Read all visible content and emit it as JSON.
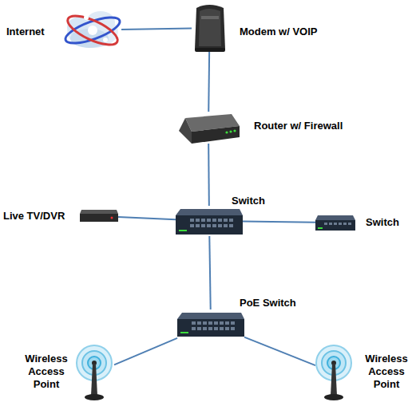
{
  "diagram": {
    "nodes": [
      {
        "text": [
          "Internet"
        ]
      },
      {
        "text": [
          "Modem w/ VOIP"
        ]
      },
      {
        "text": [
          "Router w/ Firewall"
        ]
      },
      {
        "text": [
          "Switch"
        ]
      },
      {
        "text": [
          "Live TV/DVR"
        ]
      },
      {
        "text": [
          "Switch"
        ]
      },
      {
        "text": [
          "PoE Switch"
        ]
      },
      {
        "text": [
          "Wireless Access Point"
        ]
      },
      {
        "text": [
          "Wireless Access Point"
        ]
      }
    ],
    "edges": [
      {
        "from": 0,
        "to": 1,
        "arrow": "none"
      },
      {
        "from": 1,
        "to": 2,
        "arrow": "none"
      },
      {
        "from": 2,
        "to": 3,
        "arrow": "none"
      },
      {
        "from": 3,
        "to": 4,
        "arrow": "none"
      },
      {
        "from": 3,
        "to": 5,
        "arrow": "none"
      },
      {
        "from": 3,
        "to": 6,
        "arrow": "none"
      },
      {
        "from": 6,
        "to": 7,
        "arrow": "none"
      },
      {
        "from": 6,
        "to": 8,
        "arrow": "none"
      }
    ]
  }
}
